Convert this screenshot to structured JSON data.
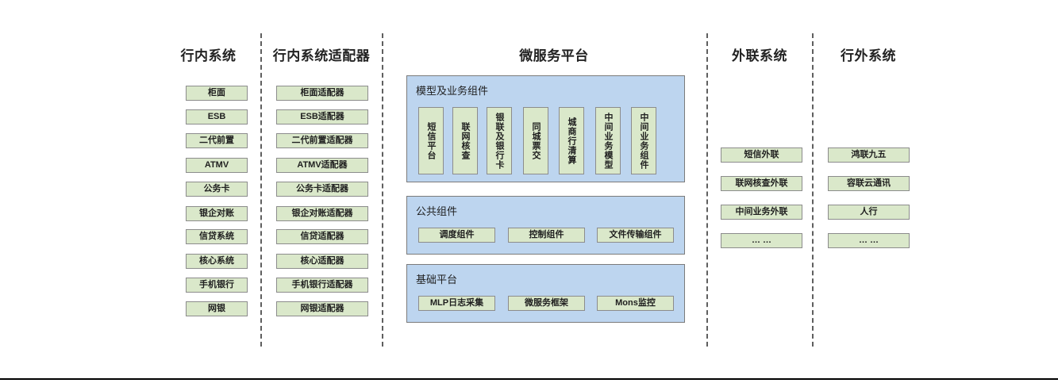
{
  "columns": {
    "internal": {
      "title": "行内系统",
      "items": [
        "柜面",
        "ESB",
        "二代前置",
        "ATMV",
        "公务卡",
        "银企对账",
        "信贷系统",
        "核心系统",
        "手机银行",
        "网银"
      ]
    },
    "internal_adapter": {
      "title": "行内系统适配器",
      "items": [
        "柜面适配器",
        "ESB适配器",
        "二代前置适配器",
        "ATMV适配器",
        "公务卡适配器",
        "银企对账适配器",
        "信贷适配器",
        "核心适配器",
        "手机银行适配器",
        "网银适配器"
      ]
    },
    "microservice": {
      "title": "微服务平台",
      "panels": [
        {
          "title": "模型及业务组件",
          "orientation": "vertical",
          "items": [
            "短信平台",
            "联网核查",
            "银联及银行卡",
            "同城票交",
            "城商行清算",
            "中间业务模型",
            "中间业务组件"
          ]
        },
        {
          "title": "公共组件",
          "orientation": "horizontal",
          "items": [
            "调度组件",
            "控制组件",
            "文件传输组件"
          ]
        },
        {
          "title": "基础平台",
          "orientation": "horizontal",
          "items": [
            "MLP日志采集",
            "微服务框架",
            "Mons监控"
          ]
        }
      ]
    },
    "external_link": {
      "title": "外联系统",
      "items": [
        "短信外联",
        "联网核查外联",
        "中间业务外联",
        "… …"
      ]
    },
    "outside_bank": {
      "title": "行外系统",
      "items": [
        "鸿联九五",
        "容联云通讯",
        "人行",
        "… …"
      ]
    }
  },
  "colors": {
    "leaf_fill": "#dae8ca",
    "leaf_border": "#8c8c8c",
    "panel_fill": "#bdd5ef",
    "panel_border": "#7b7b7b",
    "divider": "#5f5f5f",
    "text": "#1f1f1f"
  }
}
